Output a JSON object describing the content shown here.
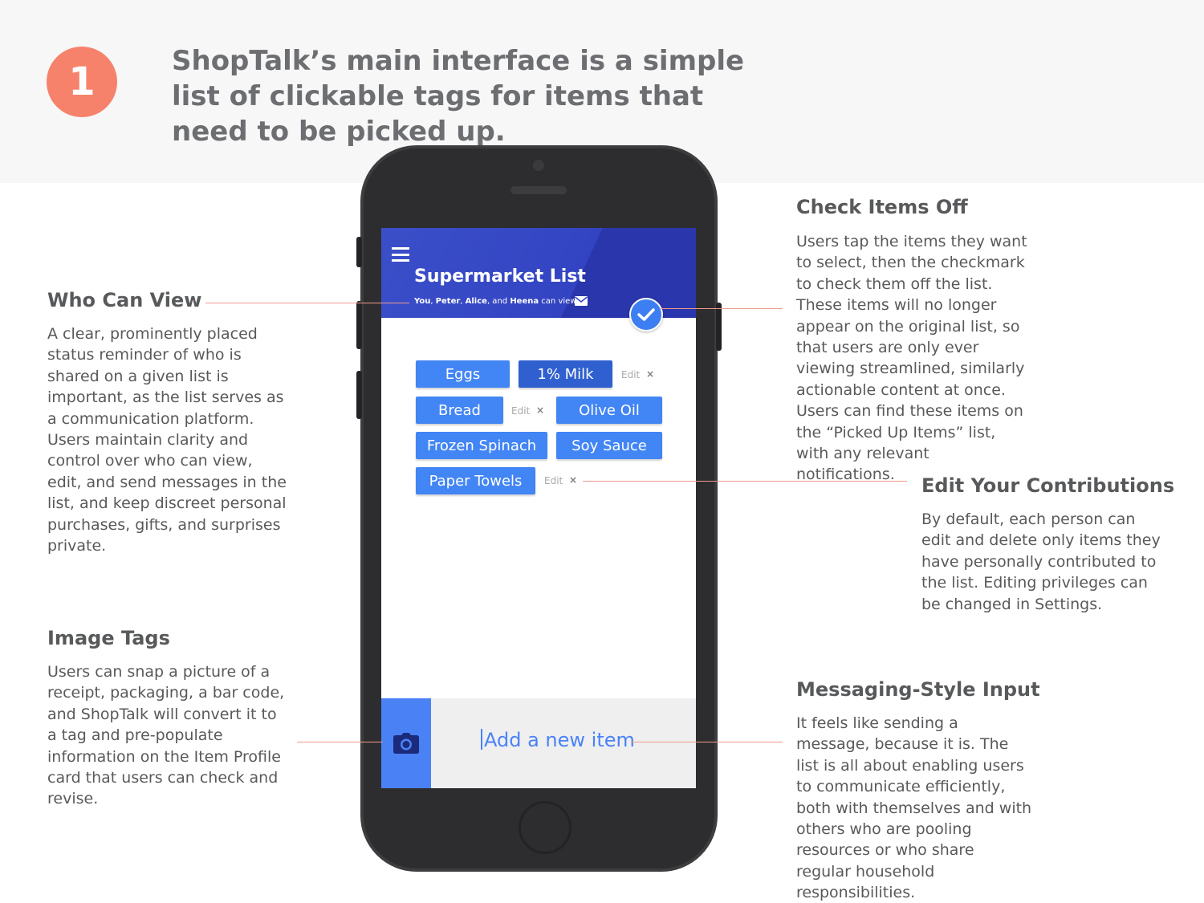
{
  "step": {
    "number": "1"
  },
  "headline": "ShopTalk’s main interface is a simple list of clickable tags for items that need to be picked up.",
  "annotations": {
    "who_can_view": {
      "title": "Who Can View",
      "body": "A clear, prominently placed status reminder of who is shared on a given list is important, as the list serves as a communication platform. Users maintain clarity and control over who can view, edit, and send messages in the list, and keep discreet personal purchases, gifts, and surprises private."
    },
    "image_tags": {
      "title": "Image Tags",
      "body": "Users can snap a picture of a receipt, packaging, a bar code, and ShopTalk will convert it to a tag and pre-populate information on the Item Profile card that users can check and revise."
    },
    "check_items_off": {
      "title": "Check Items Off",
      "body": "Users tap the items they want to select, then the checkmark to check them off the list. These items will no longer appear on the original list, so that users are only ever viewing streamlined, similarly actionable content at once. Users can find these items on the “Picked Up Items” list, with any relevant notifications."
    },
    "edit_contributions": {
      "title": "Edit Your Contributions",
      "body": "By default, each person can edit and delete only items they have personally contributed to the list. Editing privileges can be changed in Settings."
    },
    "messaging_input": {
      "title": "Messaging-Style Input",
      "body": "It feels like sending a message, because it is. The list is all about enabling users to communicate efficiently, both with themselves and with others who are pooling resources or who share regular household responsibilities."
    }
  },
  "app": {
    "title": "Supermarket List",
    "viewers": {
      "you": "You",
      "sep1": ", ",
      "p1": "Peter",
      "sep2": ", ",
      "p2": "Alice",
      "sep3": ", and ",
      "p3": "Heena",
      "suffix": " can view"
    },
    "tags": [
      {
        "label": "Eggs"
      },
      {
        "label": "1% Milk"
      },
      {
        "label": "Bread"
      },
      {
        "label": "Olive Oil"
      },
      {
        "label": "Frozen Spinach"
      },
      {
        "label": "Soy Sauce"
      },
      {
        "label": "Paper Towels"
      }
    ],
    "edit_label": "Edit",
    "delete_glyph": "×",
    "input_placeholder": "Add a new item",
    "colors": {
      "header": "#3344c2",
      "tag": "#4285f4",
      "tag_selected": "#3060cf",
      "accent": "#f6826c"
    }
  }
}
